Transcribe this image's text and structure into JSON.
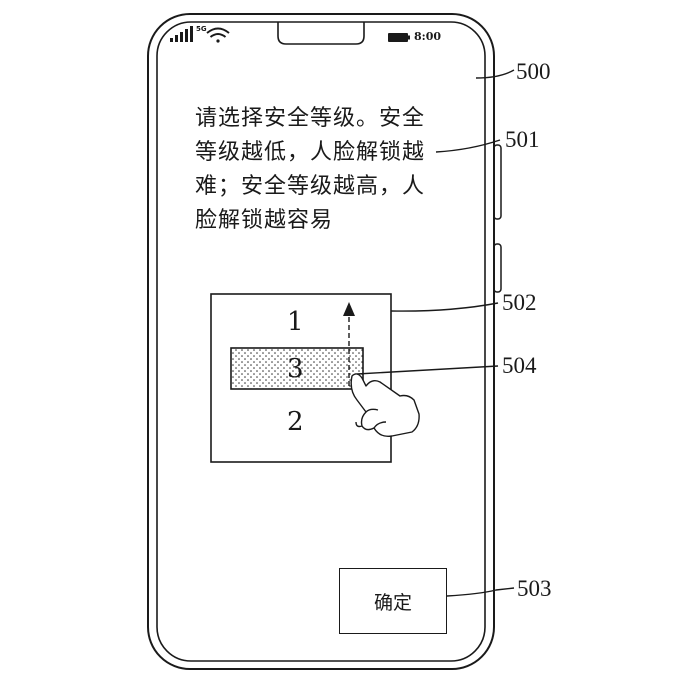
{
  "status_bar": {
    "network": "5G",
    "time": "8:00",
    "icons": [
      "signal-icon",
      "wifi-icon",
      "battery-icon"
    ]
  },
  "instruction": {
    "lines": [
      "请选择安全等级。安全",
      "等级越低，人脸解锁越",
      "难；安全等级越高，人",
      "脸解锁越容易"
    ]
  },
  "level_selector": {
    "levels": [
      "1",
      "3",
      "2"
    ],
    "selected": "3"
  },
  "confirm_button": {
    "label": "确定"
  },
  "reference_labels": {
    "phone": "500",
    "instruction_text": "501",
    "level_selector": "502",
    "confirm_button": "503",
    "slider_bar": "504"
  }
}
